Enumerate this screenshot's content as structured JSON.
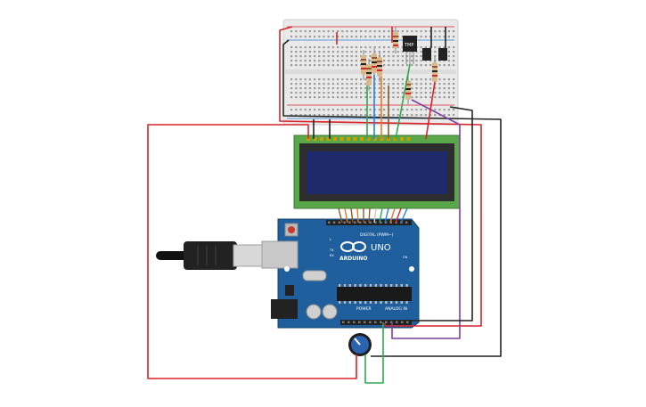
{
  "board": {
    "logo": "ARDUINO",
    "model": "UNO",
    "label_digital": "DIGITAL (PWM~)",
    "label_power": "POWER",
    "label_analog": "ANALOG IN",
    "label_tx": "TX",
    "label_rx": "RX",
    "label_on": "ON",
    "label_l": "L"
  },
  "sensor": {
    "label": "TMP"
  },
  "colors": {
    "wire_red": "#d8232a",
    "wire_black": "#222222",
    "wire_green": "#2fa84f",
    "wire_purple": "#7b3fa0",
    "wire_orange": "#e07b28",
    "wire_brown": "#8a5a2b",
    "wire_blue": "#2a7fd4",
    "wire_white": "#cccccc",
    "board_blue": "#1f5f9e",
    "pcb_green": "#5aa74a",
    "lcd_screen": "#1e2a6b",
    "breadboard": "#e9e9e9",
    "knob_blue": "#2a63b0"
  }
}
